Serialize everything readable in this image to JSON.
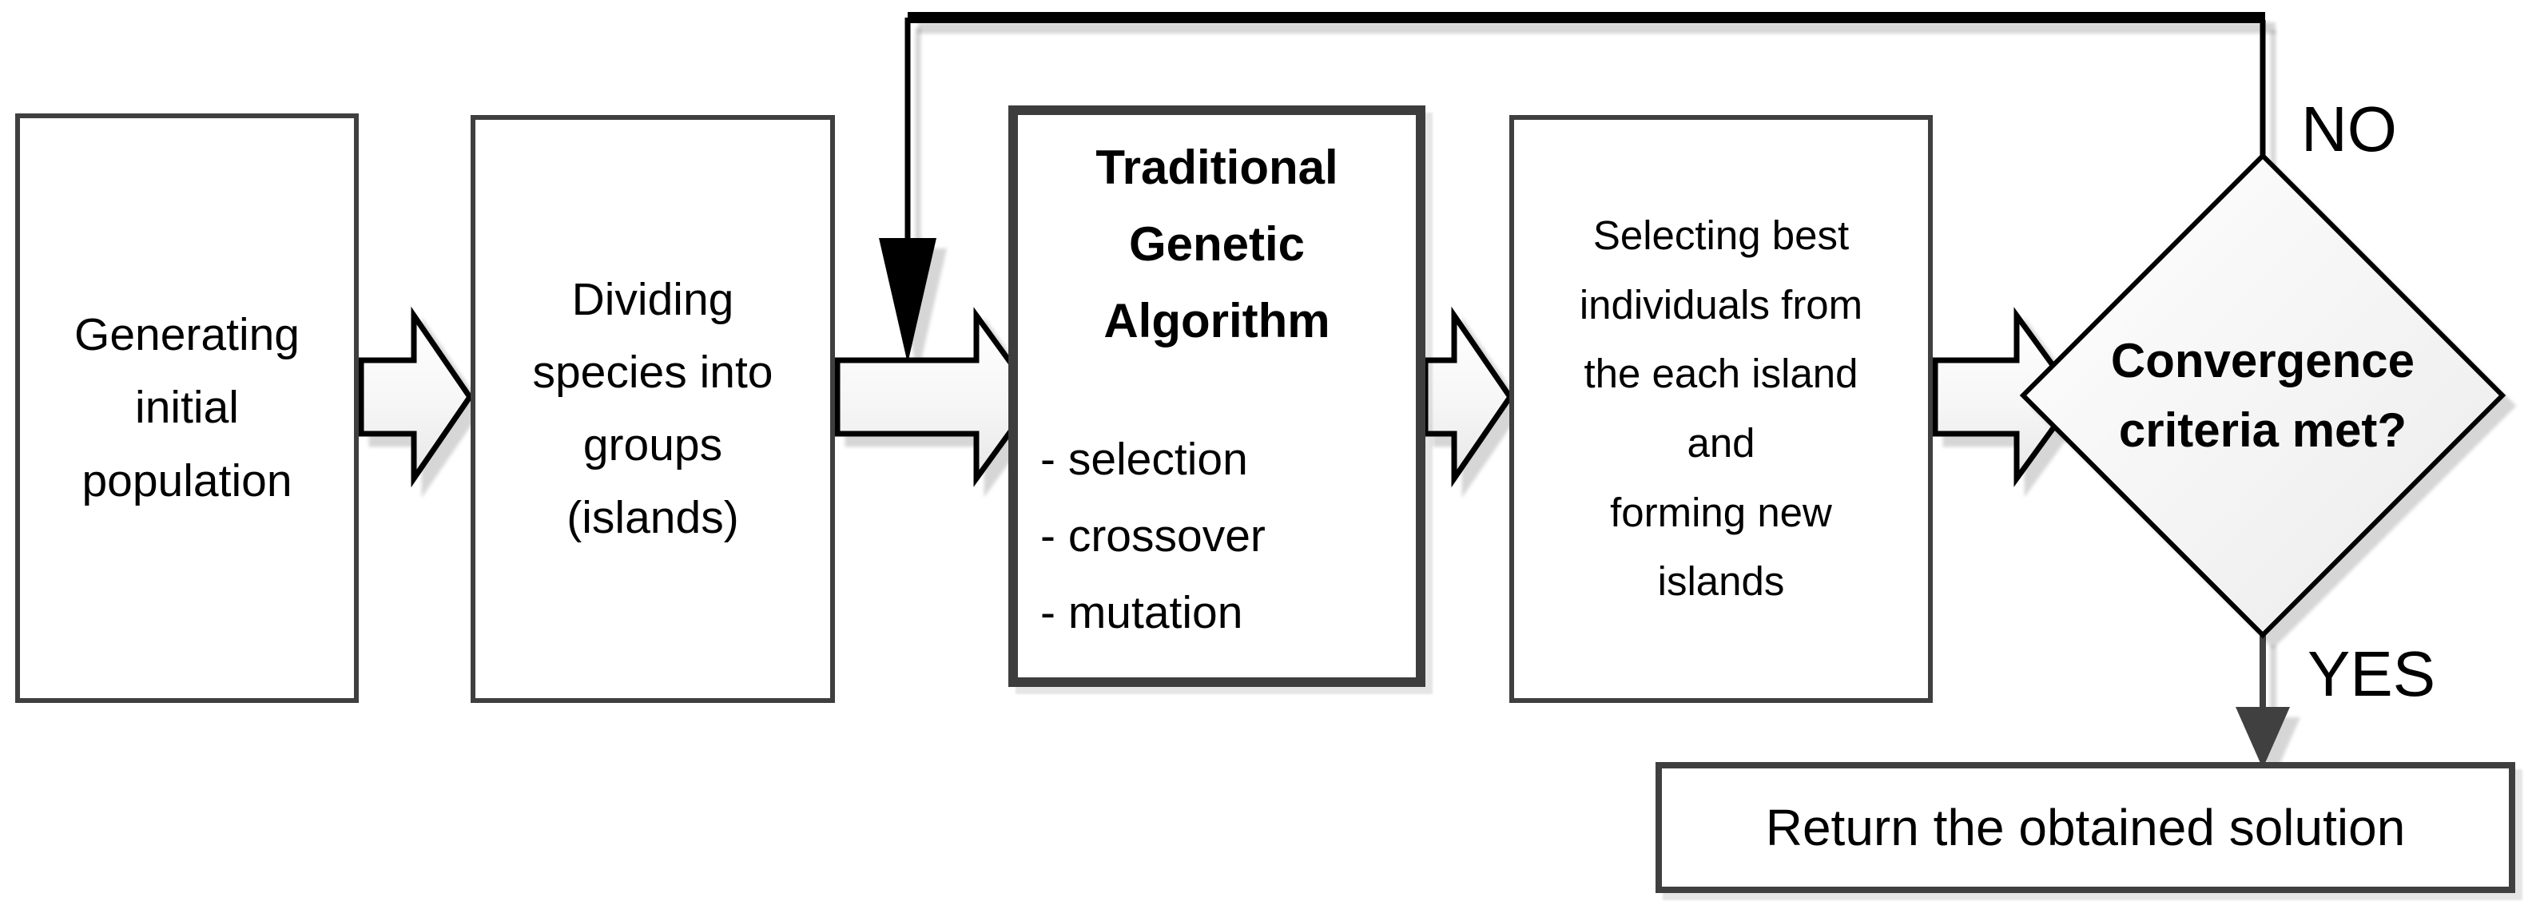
{
  "flowchart": {
    "nodes": {
      "generate": "Generating\ninitial\npopulation",
      "divide": "Dividing\nspecies into\ngroups\n(islands)",
      "ga_title": "Traditional\nGenetic\nAlgorithm",
      "ga_steps": "- selection\n- crossover\n- mutation",
      "select_best": "Selecting best\nindividuals from\nthe each island\nand\nforming new\nislands",
      "decision": "Convergence\ncriteria met?",
      "return": "Return the obtained solution"
    },
    "branch_labels": {
      "no": "NO",
      "yes": "YES"
    },
    "colors": {
      "box_border": "#3f3f3f",
      "thick_box_border": "#3d3d3d",
      "connector_black": "#000000",
      "yes_arrow_gray": "#404040",
      "shape_fill_light": "#ffffff",
      "shape_fill_shade": "#e7e7e7",
      "background": "#ffffff"
    }
  }
}
